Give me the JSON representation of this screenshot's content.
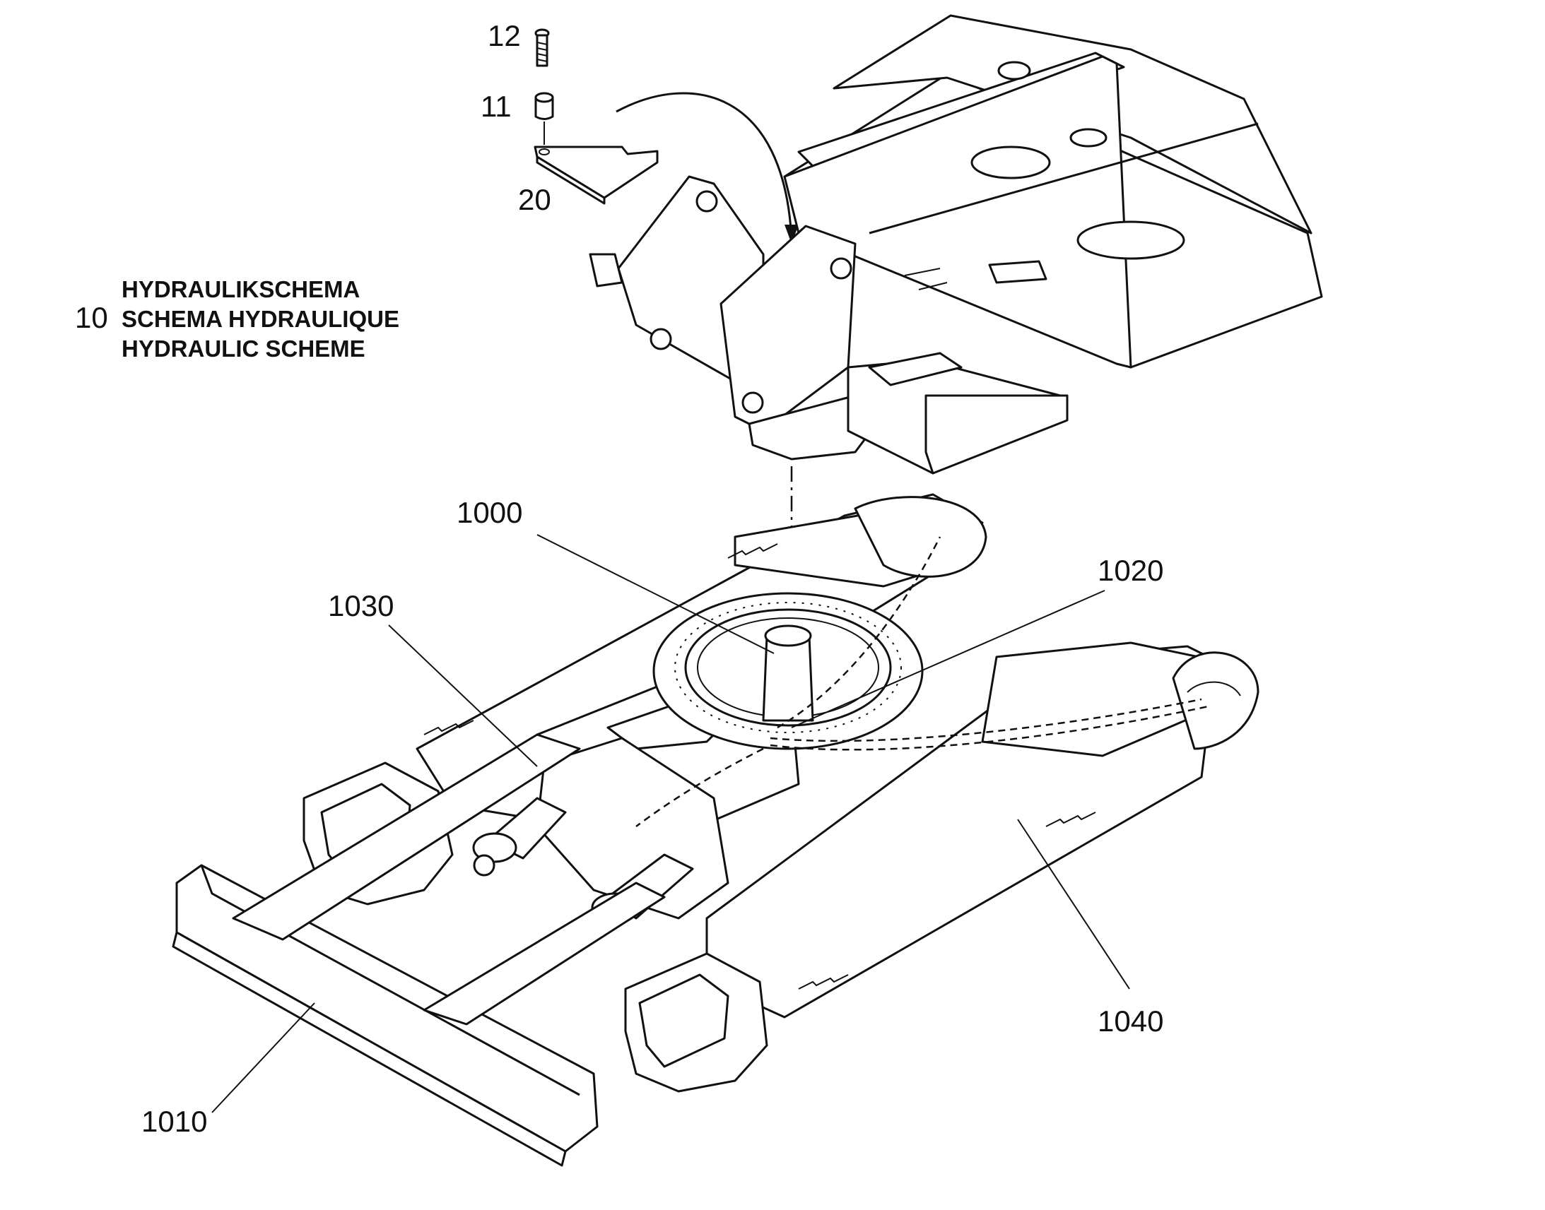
{
  "title_block": {
    "number": "10",
    "lines": [
      "HYDRAULIKSCHEMA",
      "SCHEMA HYDRAULIQUE",
      "HYDRAULIC SCHEME"
    ]
  },
  "callouts": [
    {
      "id": "bolt",
      "label": "12"
    },
    {
      "id": "spacer",
      "label": "11"
    },
    {
      "id": "bracket-plate",
      "label": "20"
    },
    {
      "id": "slewing-ring",
      "label": "1000"
    },
    {
      "id": "rotary-joint-lines",
      "label": "1020"
    },
    {
      "id": "blade-cylinders",
      "label": "1030"
    },
    {
      "id": "track-frame",
      "label": "1040"
    },
    {
      "id": "dozer-blade",
      "label": "1010"
    }
  ]
}
